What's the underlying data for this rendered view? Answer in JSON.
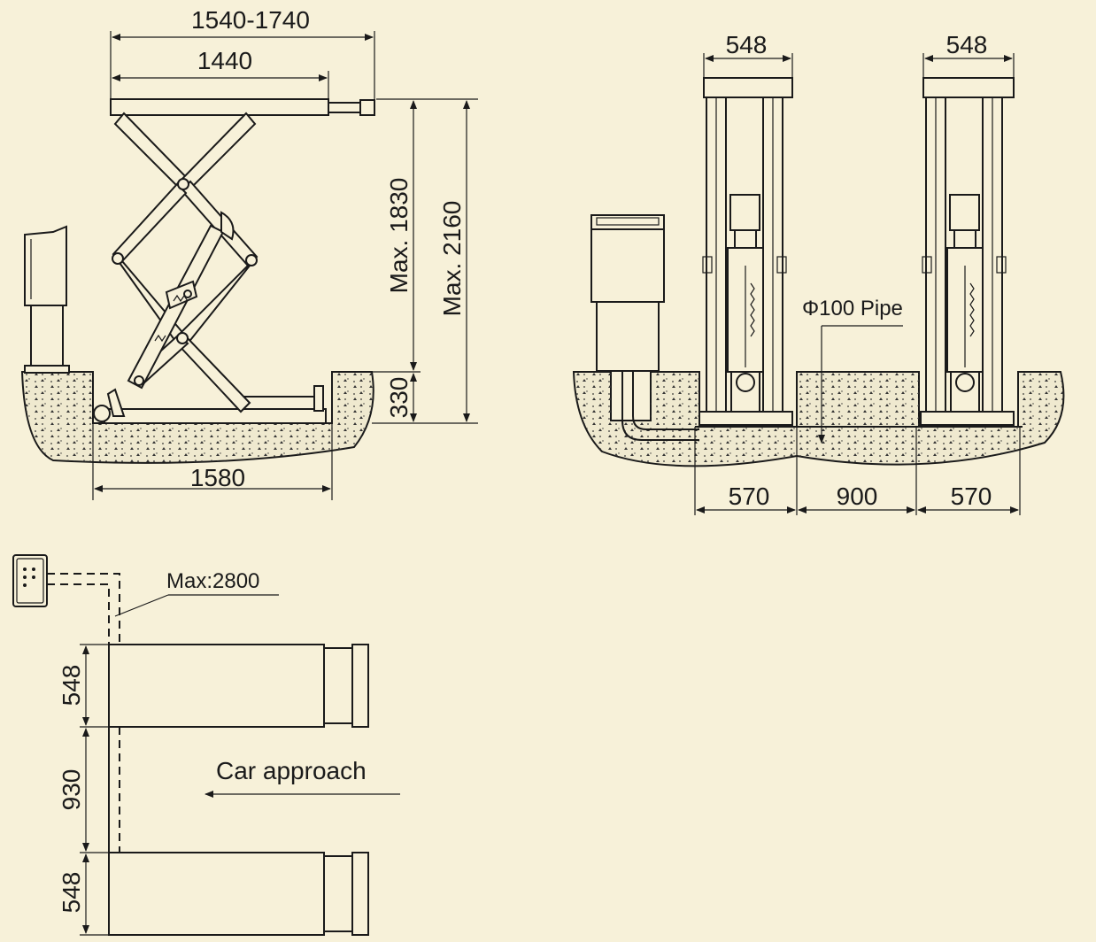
{
  "side_view": {
    "dim_total_width": "1540-1740",
    "dim_platform_width": "1440",
    "dim_max_height_1": "Max. 1830",
    "dim_max_height_2": "Max. 2160",
    "dim_pit_depth": "330",
    "dim_pit_length": "1580"
  },
  "front_view": {
    "dim_left_platform": "548",
    "dim_right_platform": "548",
    "pipe_label": "Φ100 Pipe",
    "dim_left_pit": "570",
    "dim_center_gap": "900",
    "dim_right_pit": "570"
  },
  "plan_view": {
    "hose_max_label": "Max:2800",
    "dim_top_platform": "548",
    "dim_gap": "930",
    "dim_bottom_platform": "548",
    "car_approach_label": "Car approach"
  }
}
